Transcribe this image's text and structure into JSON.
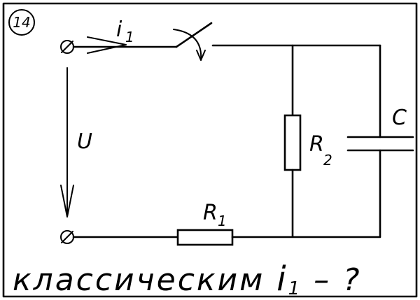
{
  "problem_number": "14",
  "labels": {
    "current": "i",
    "current_sub": "1",
    "voltage": "U",
    "capacitor": "C",
    "r2_main": "R",
    "r2_sub": "2",
    "r1_main": "R",
    "r1_sub": "1"
  },
  "caption": {
    "text": "классическим ",
    "var": "i",
    "var_sub": "1",
    "tail": " –  ?"
  }
}
